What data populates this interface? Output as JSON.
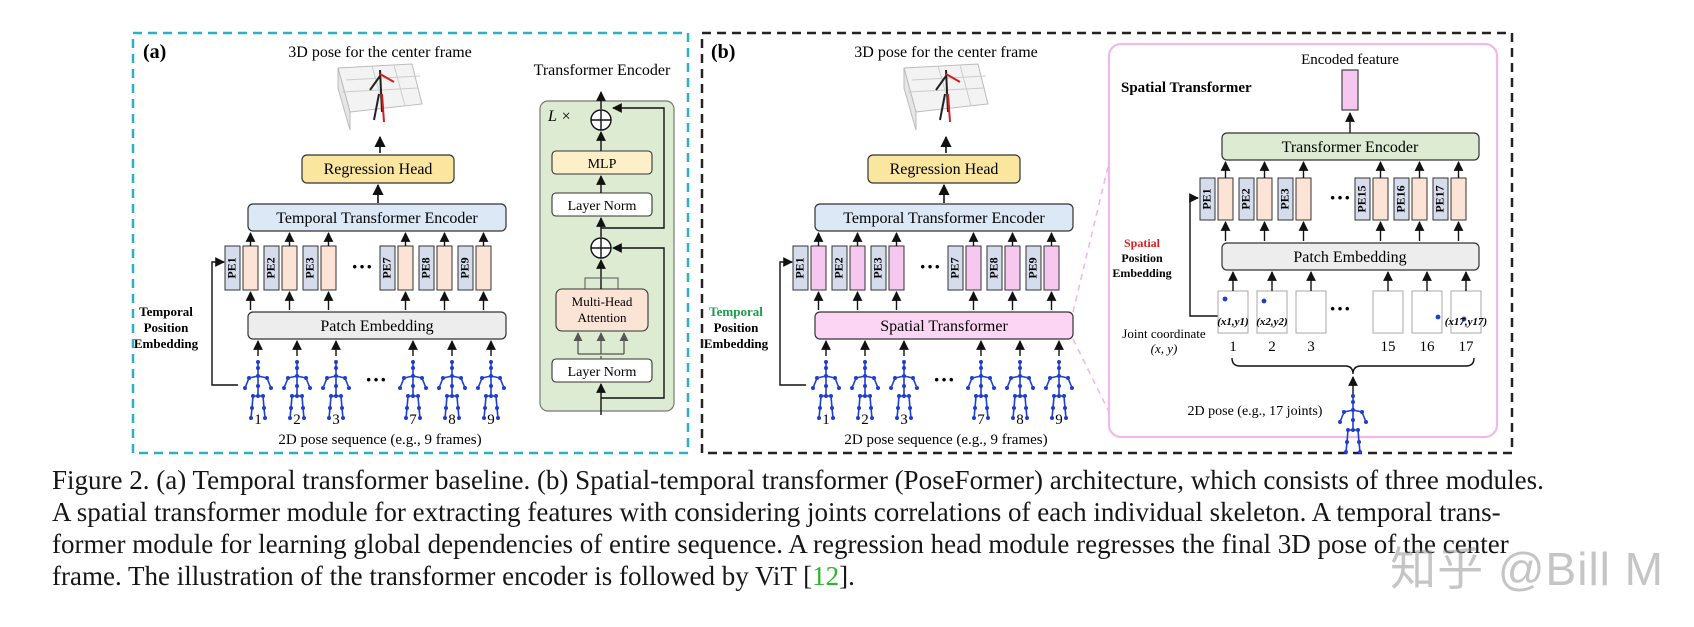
{
  "panel_a": {
    "label": "(a)",
    "top_title": "3D pose for the center frame",
    "regression_head": "Regression Head",
    "temporal_encoder": "Temporal Transformer Encoder",
    "patch_embedding": "Patch Embedding",
    "pe_tokens": [
      "PE1",
      "PE2",
      "PE3",
      "PE7",
      "PE8",
      "PE9"
    ],
    "ellipsis": "···",
    "tpe_line1": "Temporal",
    "tpe_line2": "Position",
    "tpe_line3": "Embedding",
    "frame_numbers": [
      "1",
      "2",
      "3",
      "7",
      "8",
      "9"
    ],
    "sequence_label": "2D pose sequence (e.g., 9 frames)",
    "encoder_detail": {
      "title": "Transformer Encoder",
      "repeat": "L ×",
      "mlp": "MLP",
      "layer_norm_top": "Layer Norm",
      "mha_line1": "Multi-Head",
      "mha_line2": "Attention",
      "layer_norm_bottom": "Layer Norm"
    }
  },
  "panel_b": {
    "label": "(b)",
    "top_title": "3D pose for the center frame",
    "regression_head": "Regression Head",
    "temporal_encoder": "Temporal Transformer Encoder",
    "spatial_transformer": "Spatial Transformer",
    "pe_tokens": [
      "PE1",
      "PE2",
      "PE3",
      "PE7",
      "PE8",
      "PE9"
    ],
    "ellipsis": "···",
    "tpe_line1": "Temporal",
    "tpe_line2": "Position",
    "tpe_line3": "Embedding",
    "frame_numbers": [
      "1",
      "2",
      "3",
      "7",
      "8",
      "9"
    ],
    "sequence_label": "2D pose sequence (e.g., 9 frames)"
  },
  "spatial_detail": {
    "title": "Spatial Transformer",
    "encoded_feature": "Encoded feature",
    "transformer_encoder": "Transformer Encoder",
    "patch_embedding": "Patch Embedding",
    "pe_tokens": [
      "PE1",
      "PE2",
      "PE3",
      "PE15",
      "PE16",
      "PE17"
    ],
    "ellipsis": "···",
    "spe_line1": "Spatial",
    "spe_line2": "Position",
    "spe_line3": "Embedding",
    "joint_coord_line1": "Joint coordinate",
    "joint_coord_line2": "(x, y)",
    "coord_labels": [
      "(x1,y1)",
      "(x2,y2)",
      "(x17,y17)"
    ],
    "joint_numbers": [
      "1",
      "2",
      "3",
      "15",
      "16",
      "17"
    ],
    "pose_label": "2D pose (e.g., 17 joints)"
  },
  "caption": {
    "line1": "Figure 2. (a) Temporal transformer baseline. (b) Spatial-temporal transformer (PoseFormer) architecture, which consists of three modules.",
    "line2": "A spatial transformer module for extracting features with considering joints correlations of each individual skeleton. A temporal trans-",
    "line3": "former module for learning global dependencies of entire sequence. A regression head module regresses the final 3D pose of the center",
    "line4_prefix": "frame. The illustration of the transformer encoder is followed by ViT [",
    "line4_ref": "12",
    "line4_suffix": "]."
  },
  "watermark": "知乎 @Bill M",
  "colors": {
    "panel_a_border": "#2bb0c8",
    "panel_b_border": "#222222",
    "regression_head_fill": "#fbe6a0",
    "encoder_fill": "#dce8f6",
    "patch_embedding_fill": "#ededed",
    "pe_fill": "#d5dcec",
    "token_peach": "#fbe3d6",
    "token_pink": "#f7c8ef",
    "spatial_fill": "#fbd5f3",
    "encoder_detail_bg": "#dcebd2",
    "mlp_fill": "#fdf0c9",
    "mha_fill": "#fbe3d6",
    "spatial_encoder_fill": "#dcebd2",
    "temporal_label": "#1a9e4a",
    "spatial_label": "#e02020",
    "skeleton": "#1f3fd0",
    "citation": "#2bb52b"
  }
}
